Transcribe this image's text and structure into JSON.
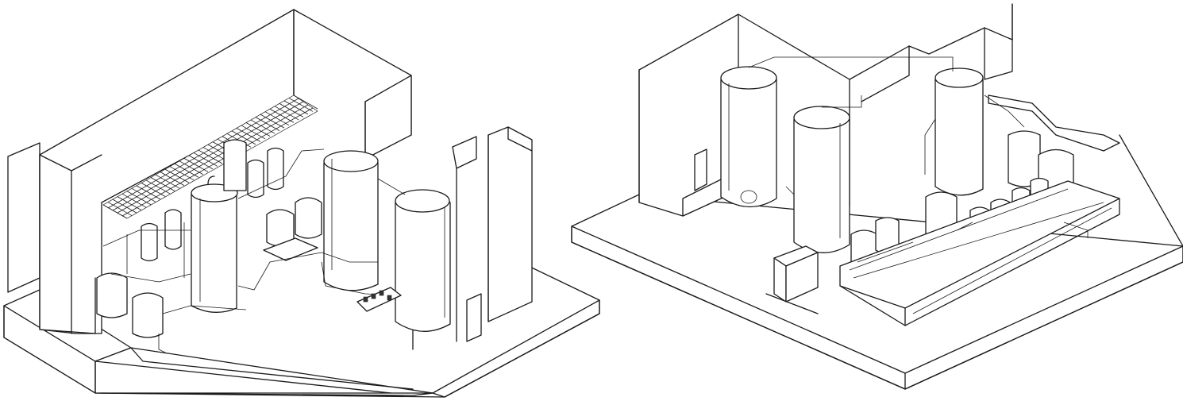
{
  "views": [
    {
      "id": "view-1",
      "description_type": "isometric-drawing"
    },
    {
      "id": "view-2",
      "description_type": "isometric-drawing"
    }
  ],
  "colors": {
    "line": "#1a1a1a",
    "background": "#ffffff",
    "equipment_fill": "#ffffff"
  }
}
